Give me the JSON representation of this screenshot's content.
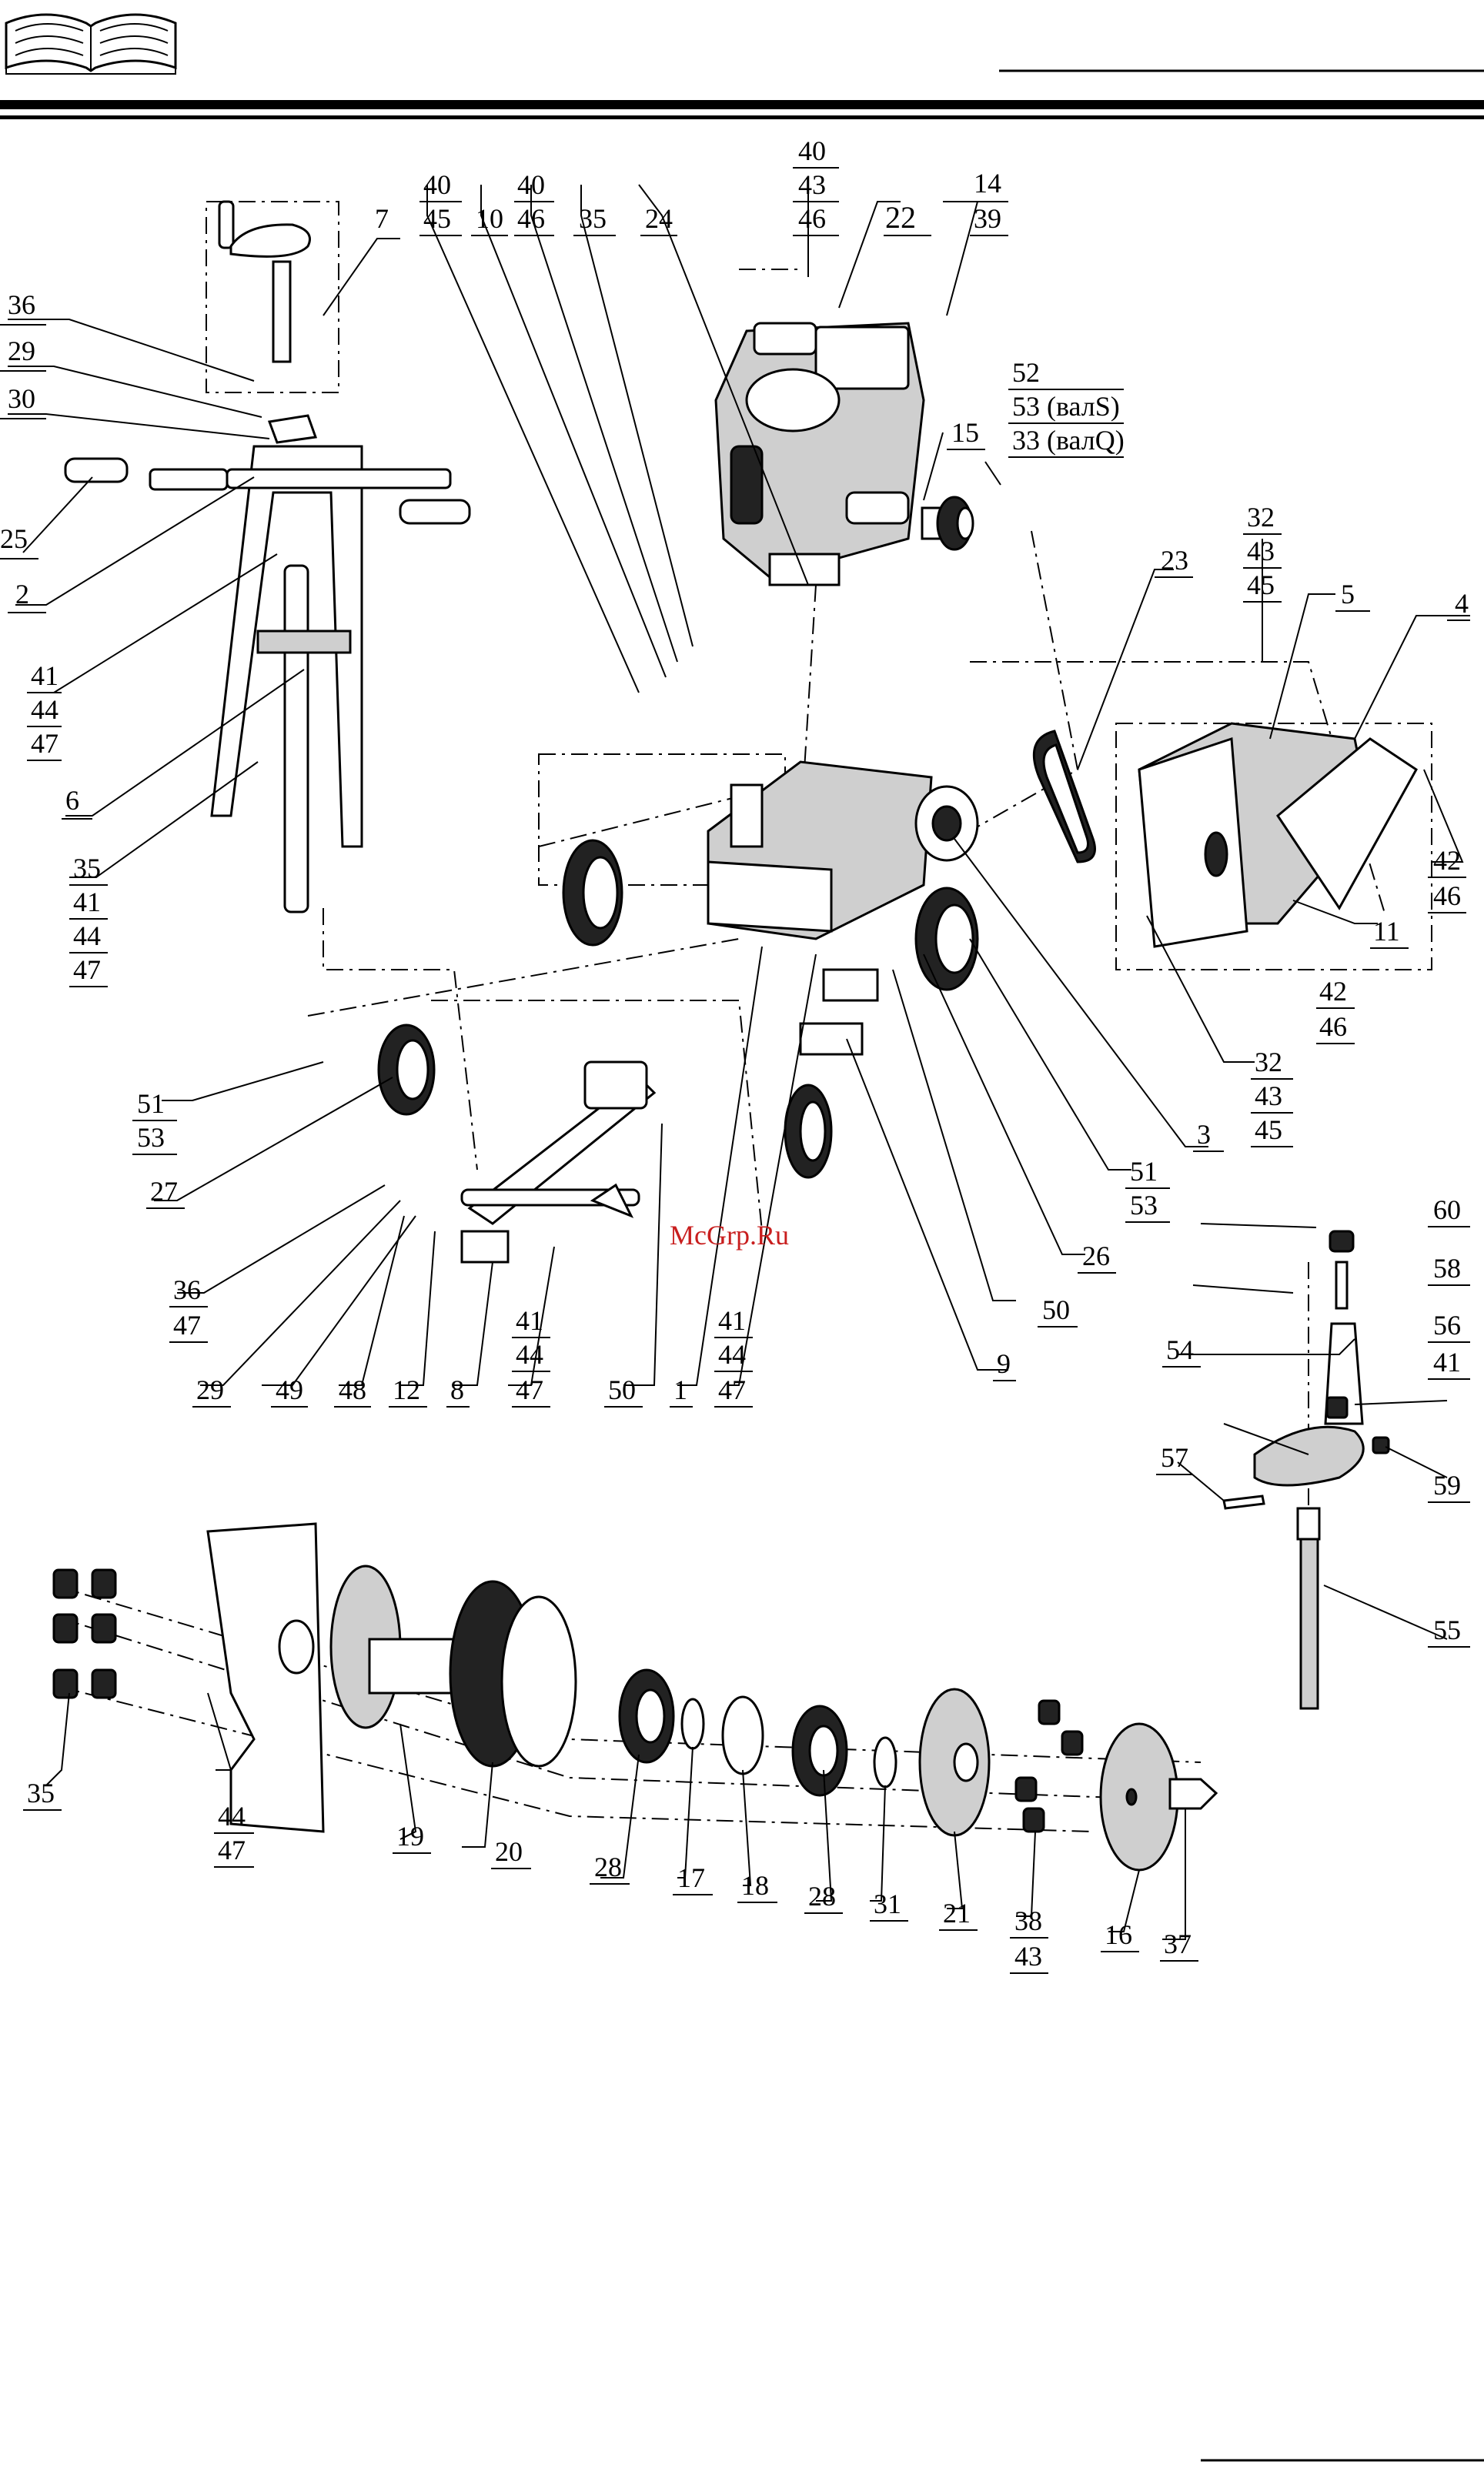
{
  "watermark": "McGrp.Ru",
  "icons": {
    "header": "open-book-icon"
  },
  "labels": {
    "p1": "1",
    "p2": "2",
    "p3": "3",
    "p4": "4",
    "p5": "5",
    "p6": "6",
    "p7": "7",
    "p8": "8",
    "p9": "9",
    "p10": "10",
    "p11": "11",
    "p12": "12",
    "p14": "14",
    "p15": "15",
    "p16": "16",
    "p17": "17",
    "p18": "18",
    "p19": "19",
    "p20": "20",
    "p21": "21",
    "p22": "22",
    "p23": "23",
    "p24": "24",
    "p25": "25",
    "p26": "26",
    "p27": "27",
    "p28a": "28",
    "p28b": "28",
    "p29a": "29",
    "p29b": "29",
    "p30": "30",
    "p31": "31",
    "p32a": "32",
    "p43a": "43",
    "p45a": "45",
    "p32b": "32",
    "p43b": "43",
    "p45b": "45",
    "p35a": "35",
    "p35b": "35",
    "p35c": "35",
    "p36a": "36",
    "p36b": "36",
    "p47_36": "47",
    "p37": "37",
    "p38": "38",
    "p43c": "43",
    "p14b": "39",
    "p40a": "40",
    "p45c": "45",
    "p40b": "40",
    "p46a": "46",
    "p40c": "40",
    "p43d": "43",
    "p46b": "46",
    "p41a": "41",
    "p44a": "44",
    "p47a": "47",
    "p41b": "41",
    "p44b": "44",
    "p47b": "47",
    "p41c": "41",
    "p44c": "44",
    "p47c": "47",
    "p41d": "41",
    "p44d": "44",
    "p47d": "47",
    "p41e": "41",
    "p42a": "42",
    "p46c": "46",
    "p42b": "42",
    "p46d": "46",
    "p44e": "44",
    "p47e": "47",
    "p48": "48",
    "p49": "49",
    "p50a": "50",
    "p50b": "50",
    "p51a": "51",
    "p53a": "53",
    "p51b": "51",
    "p53b": "53",
    "p52": "52",
    "p53s": "53 (валS)",
    "p33q": "33 (валQ)",
    "p54": "54",
    "p55": "55",
    "p56": "56",
    "p57": "57",
    "p58": "58",
    "p59": "59",
    "p60": "60"
  }
}
